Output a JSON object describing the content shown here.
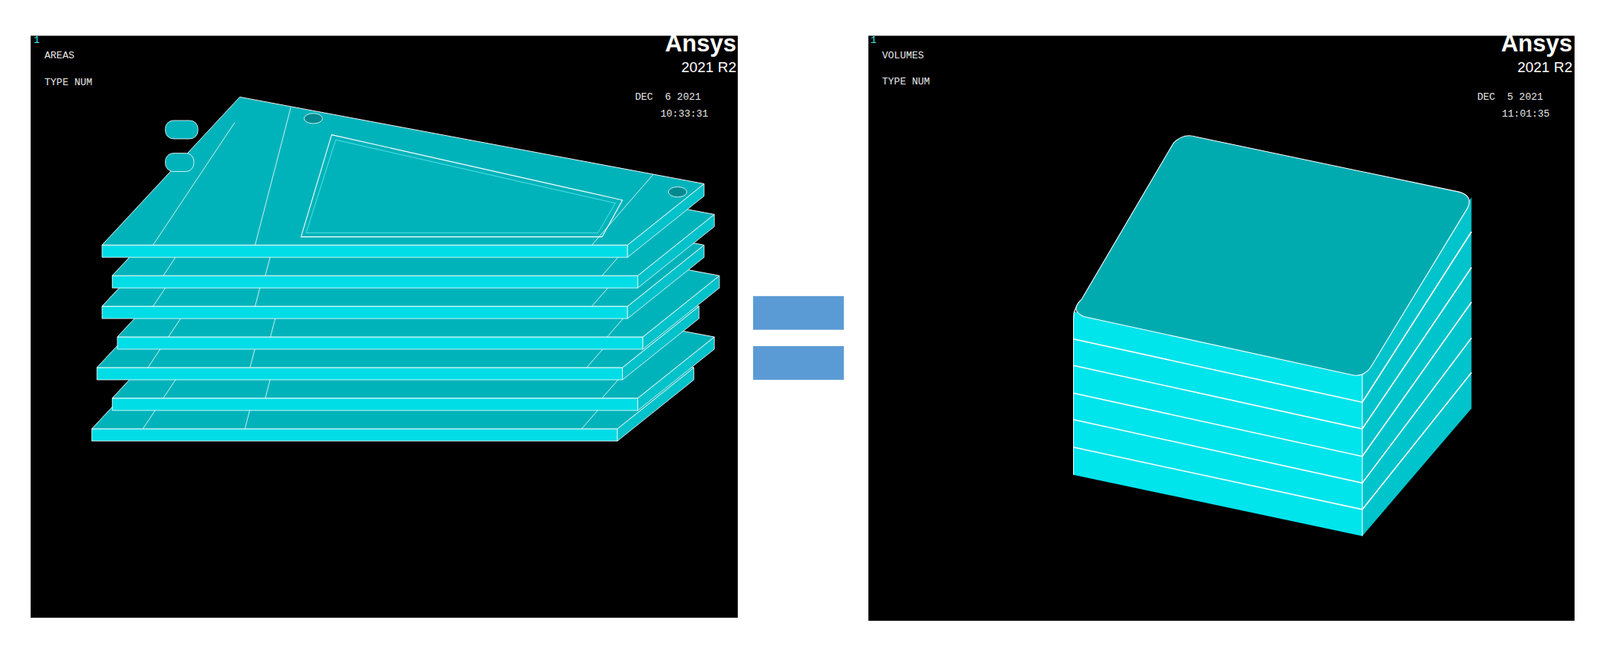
{
  "diagram": {
    "labels": [
      "1",
      "AREAS",
      "TYPE NUM",
      "Ansys",
      "2021 R2",
      "DEC  6 2021",
      "10:33:31",
      "1",
      "VOLUMES",
      "TYPE NUM",
      "Ansys",
      "2021 R2",
      "DEC  5 2021",
      "11:01:35"
    ]
  }
}
